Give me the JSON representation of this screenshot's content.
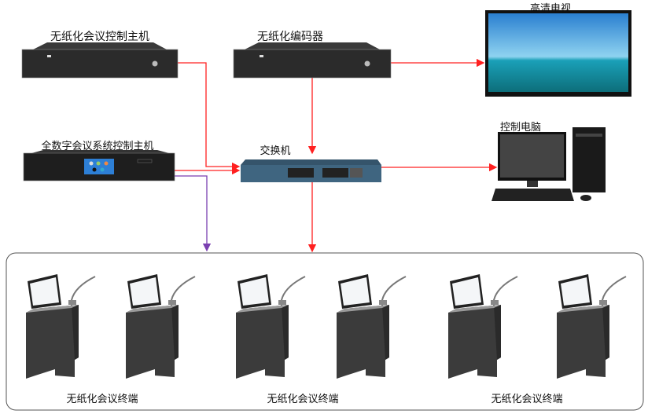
{
  "devices": {
    "paperless_controller": "无纸化会议控制主机",
    "paperless_encoder": "无纸化编码器",
    "hd_tv": "高清电视",
    "control_pc": "控制电脑",
    "digital_conference_controller": "全数字会议系统控制主机",
    "switch": "交换机"
  },
  "terminals": [
    {
      "label": "无纸化会议终端"
    },
    {
      "label": "无纸化会议终端"
    },
    {
      "label": "无纸化会议终端"
    }
  ],
  "colors": {
    "link": "#ff2020",
    "audio_link": "#7a3fb0",
    "device": "#2b2b2b"
  }
}
